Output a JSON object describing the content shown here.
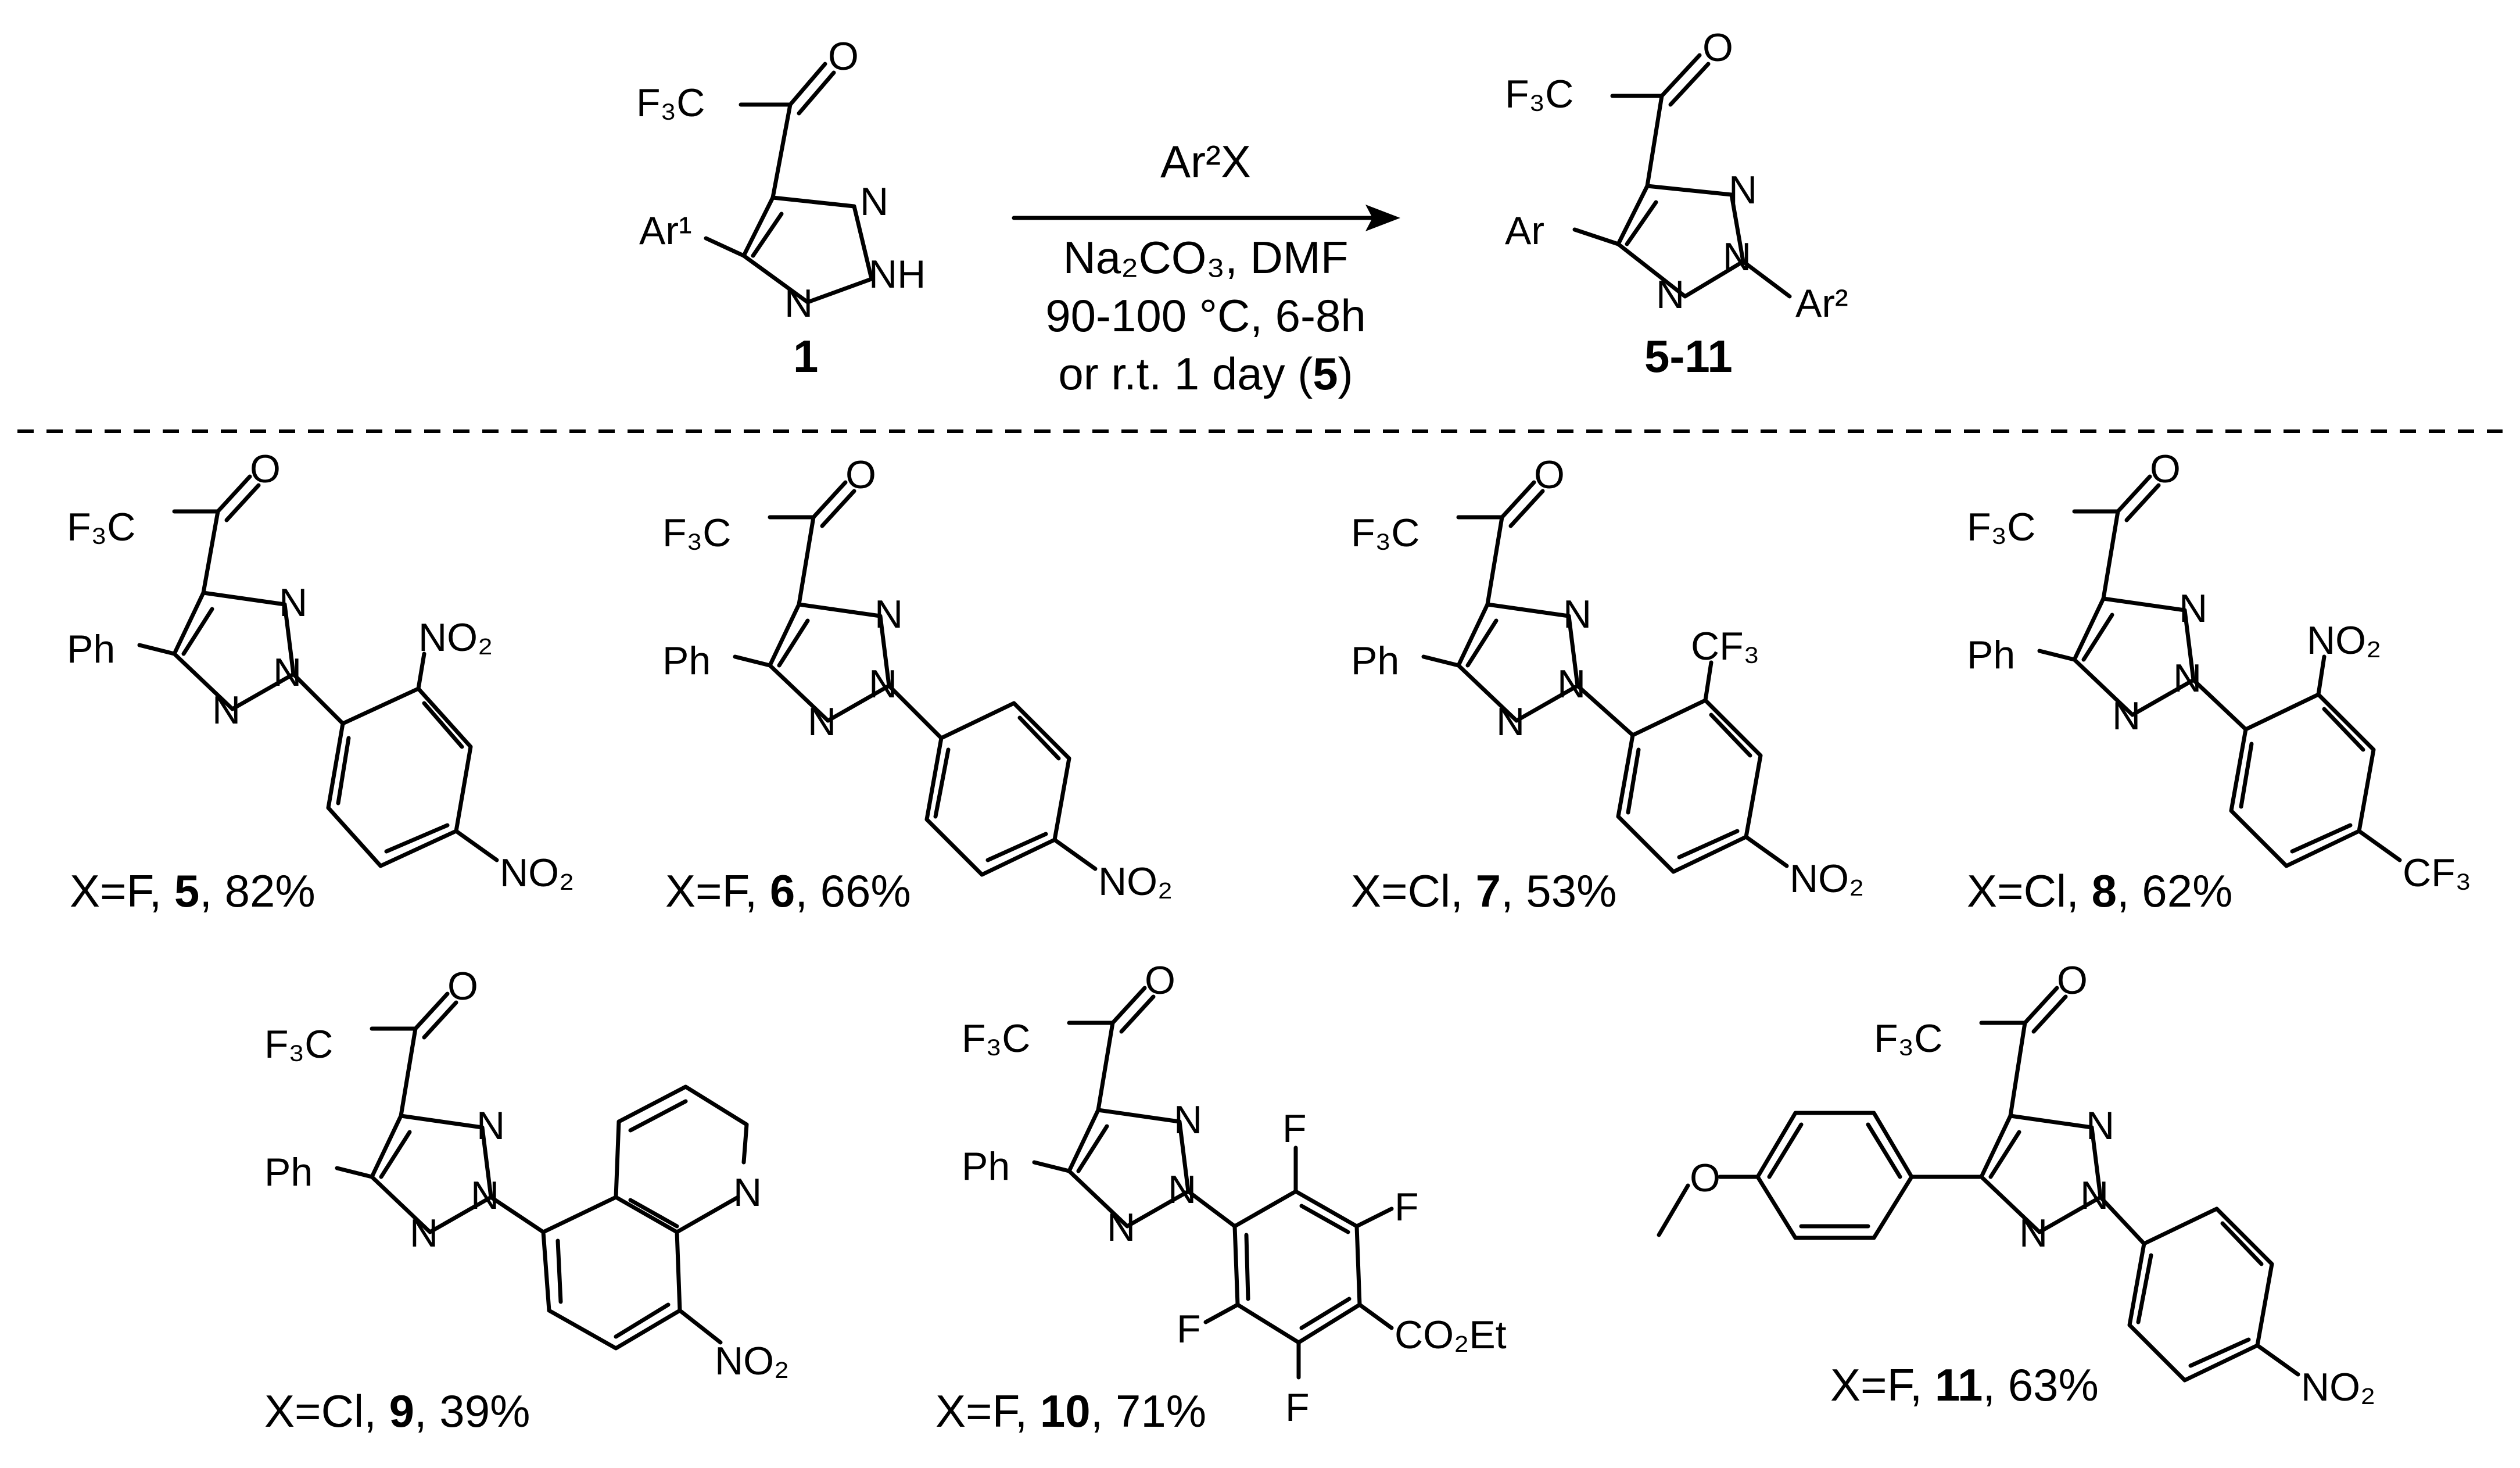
{
  "scheme": {
    "start": {
      "top_group": "F₃C",
      "carbonyl_o": "O",
      "aryl": "Ar¹",
      "n_a": "N",
      "n_b": "N",
      "nh": "NH",
      "number": "1"
    },
    "reaction": {
      "reagent": "Ar²X",
      "conditions_1": "Na₂CO₃, DMF",
      "conditions_2": "90-100 °C, 6-8h",
      "conditions_3a": "or r.t. 1 day (",
      "conditions_3b": "5",
      "conditions_3c": ")"
    },
    "product": {
      "top_group": "F₃C",
      "carbonyl_o": "O",
      "aryl": "Ar",
      "n_a": "N",
      "n_b": "N",
      "n_c": "N",
      "aryl2": "Ar²",
      "number": "5-11"
    }
  },
  "compounds": [
    {
      "pre": "X=F, ",
      "num": "5",
      "post": ", 82%",
      "sub1": "NO₂",
      "sub2": "NO₂",
      "r": "Ph"
    },
    {
      "pre": "X=F, ",
      "num": "6",
      "post": ", 66%",
      "sub2": "NO₂",
      "r": "Ph"
    },
    {
      "pre": "X=Cl, ",
      "num": "7",
      "post": ", 53%",
      "sub1": "CF₃",
      "sub2": "NO₂",
      "r": "Ph"
    },
    {
      "pre": "X=Cl, ",
      "num": "8",
      "post": ", 62%",
      "sub1": "NO₂",
      "sub2": "CF₃",
      "r": "Ph"
    },
    {
      "pre": "X=Cl, ",
      "num": "9",
      "post": ", 39%",
      "ring_n": "N",
      "sub2": "NO₂",
      "r": "Ph"
    },
    {
      "pre": "X=F, ",
      "num": "10",
      "post": ", 71%",
      "f1": "F",
      "f2": "F",
      "f3": "F",
      "f4": "F",
      "ester": "CO₂Et",
      "r": "Ph"
    },
    {
      "pre": "X=F, ",
      "num": "11",
      "post": ", 63%",
      "sub2": "NO₂",
      "ome": "O"
    }
  ],
  "common": {
    "cf3": "F₃C",
    "o": "O",
    "n": "N"
  }
}
